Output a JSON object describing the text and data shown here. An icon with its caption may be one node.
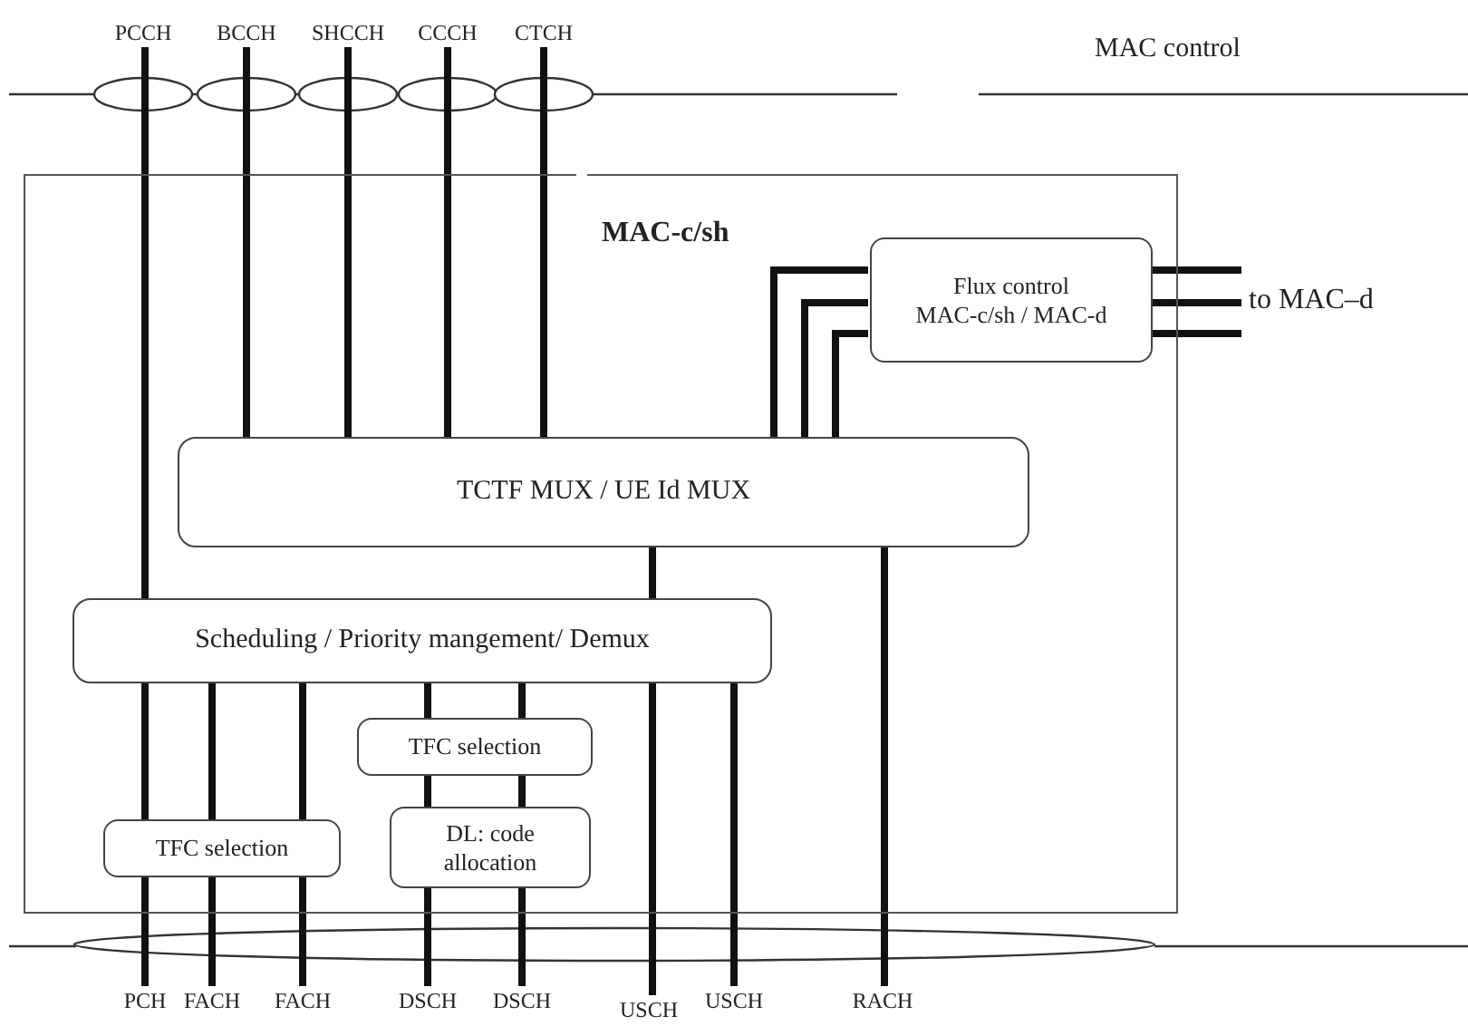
{
  "diagram": {
    "nodes": [
      {
        "text": [
          "PCCH"
        ]
      },
      {
        "text": [
          "BCCH"
        ]
      },
      {
        "text": [
          "SHCCH"
        ]
      },
      {
        "text": [
          "CCCH"
        ]
      },
      {
        "text": [
          "CTCH"
        ]
      },
      {
        "text": [
          "MAC-c/sh"
        ]
      },
      {
        "text": [
          "Flux control",
          "MAC-c/sh / MAC-d"
        ],
        "in": 5
      },
      {
        "text": [
          "to MAC–d"
        ]
      },
      {
        "text": [
          "TCTF MUX / UE Id MUX"
        ],
        "in": 5
      },
      {
        "text": [
          "Scheduling / Priority mangement/ Demux"
        ],
        "in": 5
      },
      {
        "text": [
          "TFC selection"
        ],
        "in": 5
      },
      {
        "text": [
          "DL: code allocation"
        ],
        "in": 5
      },
      {
        "text": [
          "TFC selection"
        ],
        "in": 5
      },
      {
        "text": [
          "PCH"
        ]
      },
      {
        "text": [
          "FACH"
        ]
      },
      {
        "text": [
          "FACH"
        ]
      },
      {
        "text": [
          "DSCH"
        ]
      },
      {
        "text": [
          "DSCH"
        ]
      },
      {
        "text": [
          "USCH"
        ]
      },
      {
        "text": [
          "USCH"
        ]
      },
      {
        "text": [
          "RACH"
        ]
      }
    ],
    "edges": [
      {
        "from": 0,
        "to": 9,
        "arrow": "none"
      },
      {
        "from": 1,
        "to": 8,
        "arrow": "none"
      },
      {
        "from": 2,
        "to": 8,
        "arrow": "none"
      },
      {
        "from": 3,
        "to": 8,
        "arrow": "none"
      },
      {
        "from": 4,
        "to": 8,
        "arrow": "none"
      },
      {
        "from": 8,
        "to": 6,
        "arrow": "none"
      },
      {
        "from": 8,
        "to": 6,
        "arrow": "none"
      },
      {
        "from": 8,
        "to": 6,
        "arrow": "none"
      },
      {
        "from": 6,
        "to": 7,
        "arrow": "none"
      },
      {
        "from": 6,
        "to": 7,
        "arrow": "none"
      },
      {
        "from": 6,
        "to": 7,
        "arrow": "none"
      },
      {
        "from": 8,
        "to": 9,
        "arrow": "none"
      },
      {
        "from": 8,
        "to": 20,
        "arrow": "none"
      },
      {
        "from": 9,
        "to": 12,
        "arrow": "none"
      },
      {
        "from": 9,
        "to": 12,
        "arrow": "none"
      },
      {
        "from": 9,
        "to": 12,
        "arrow": "none"
      },
      {
        "from": 12,
        "to": 13,
        "arrow": "none"
      },
      {
        "from": 12,
        "to": 14,
        "arrow": "none"
      },
      {
        "from": 12,
        "to": 15,
        "arrow": "none"
      },
      {
        "from": 9,
        "to": 10,
        "arrow": "none"
      },
      {
        "from": 9,
        "to": 10,
        "arrow": "none"
      },
      {
        "from": 10,
        "to": 11,
        "arrow": "none"
      },
      {
        "from": 10,
        "to": 11,
        "arrow": "none"
      },
      {
        "from": 11,
        "to": 16,
        "arrow": "none"
      },
      {
        "from": 11,
        "to": 17,
        "arrow": "none"
      },
      {
        "from": 9,
        "to": 18,
        "arrow": "none"
      },
      {
        "from": 9,
        "to": 19,
        "arrow": "none"
      }
    ],
    "labels": [
      "MAC control"
    ]
  }
}
